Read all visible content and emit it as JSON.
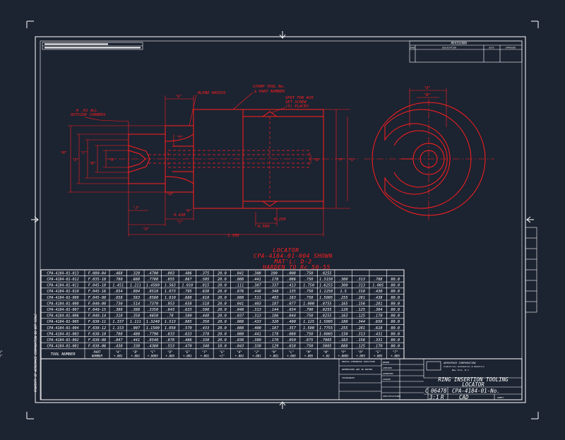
{
  "revisions_title": "REVISIONS",
  "revision_cols": [
    "ZONE",
    "DESCRIPTION",
    "DATE",
    "APPROVED"
  ],
  "notes": {
    "blend_radius": "BLEND RADIUS",
    "stamp_1": "STAMP TOOL No.",
    "stamp_2": "& PART NUMBER",
    "spot_1": "SPOT FOR #10",
    "spot_2": "SET SCREW",
    "spot_3": "(3) PLACES",
    "corners_1": "R .01 ALL",
    "corners_2": "OUTSIDE CORNERS"
  },
  "dims": {
    "g": "\"G\"",
    "h": "\"H\"",
    "a": "\"A\"",
    "f": "\"F\"",
    "b": "\"B\"",
    "c": "\"C\"",
    "d": "\"D\"",
    "j": "\"J\"",
    "k": "\"K\"",
    "e": "\"E\"",
    "l": "\"L\"",
    "m": "\"M\"",
    "n": "\"N\"",
    "p": "\"P\"",
    "d1": "1.350",
    "d2": "0.500",
    "d3": "0.250",
    "d4": "0.438"
  },
  "caption": {
    "line1": "LOCATOR",
    "line2": "CPA-4184-01-004 SHOWN",
    "line3": "MAT'L: D-2",
    "line4": "HARDEN TO Rc 50-55"
  },
  "table": {
    "rows": [
      [
        "CPA-4184-01-013",
        "F.080-04",
        ".468",
        ".328",
        ".4700",
        ".883",
        ".486",
        ".375",
        "20.0",
        ".041",
        ".308",
        "100",
        ".008",
        ".750",
        ".8255",
        "",
        "",
        "",
        ""
      ],
      [
        "CPA-4184-01-012",
        "F.035-10",
        ".780",
        ".688",
        ".7780",
        ".855",
        ".867",
        ".505",
        "20.0",
        ".088",
        ".441",
        ".178",
        ".086",
        ".750",
        "1.3150",
        ".300",
        ".313",
        ".788",
        "80.0"
      ],
      [
        "CPA-4184-01-011",
        "F.045-18",
        "1.451",
        "1.211",
        "1.4580",
        "1.563",
        "1.010",
        ".815",
        "20.0",
        ".111",
        ".387",
        ".337",
        ".413",
        "1.750",
        "1.6255",
        ".300",
        ".313",
        "1.005",
        "80.0"
      ],
      [
        "CPA-4184-01-010",
        "F.045-16",
        ".854",
        ".804",
        ".8510",
        "1.073",
        ".795",
        ".638",
        "20.0",
        ".076",
        ".448",
        ".348",
        ".135",
        ".750",
        "1.1250",
        "1.5",
        ".318",
        ".430",
        "80.0"
      ],
      [
        "CPA-4184-01-009",
        "F.045-08",
        ".858",
        ".583",
        ".8560",
        "1.010",
        ".688",
        ".618",
        "20.0",
        ".088",
        ".511",
        ".403",
        ".183",
        ".750",
        "1.5005",
        ".255",
        ".281",
        ".438",
        "80.0"
      ],
      [
        "CPA-4184-01-008",
        "F.040-08",
        ".730",
        ".514",
        ".7370",
        ".953",
        ".658",
        ".518",
        "20.0",
        ".041",
        ".403",
        ".187",
        ".077",
        "1.000",
        ".8755",
        ".165",
        ".156",
        ".281",
        "80.0"
      ],
      [
        "CPA-4184-01-007",
        "F.040-15",
        ".388",
        ".388",
        ".3350",
        ".843",
        ".633",
        ".500",
        "20.0",
        ".048",
        ".313",
        ".144",
        ".034",
        ".790",
        ".8255",
        ".120",
        ".125",
        ".304",
        "80.0"
      ],
      [
        "CPA-4184-01-006",
        "F.040-14",
        ".318",
        ".358",
        ".4650",
        ".78",
        ".580",
        ".448",
        "20.0",
        ".037",
        ".313",
        ".186",
        ".044",
        ".750",
        ".8255",
        ".163",
        ".125",
        ".170",
        "80.0"
      ],
      [
        "CPA-4184-01-005",
        "F.038-11",
        "1.337",
        "1.111",
        "1.3240",
        "1.513",
        ".885",
        ".350",
        "20.0",
        ".088",
        ".433",
        ".320",
        ".400",
        "1.125",
        "1.5005",
        ".180",
        ".344",
        ".658",
        "80.0"
      ],
      [
        "CPA-4184-01-004",
        "F.038-12",
        "1.153",
        ".907",
        "1.1500",
        "1.058",
        ".570",
        ".433",
        "20.0",
        ".088",
        ".400",
        ".187",
        ".357",
        "1.500",
        "1.7755",
        ".255",
        ".281",
        ".618",
        "80.0"
      ],
      [
        "CPA-4184-01-003",
        "F.038-10",
        ".788",
        ".488",
        ".7790",
        ".833",
        ".633",
        ".378",
        "20.0",
        ".088",
        ".441",
        ".178",
        ".088",
        ".750",
        "1.0005",
        ".150",
        ".313",
        ".431",
        "80.0"
      ],
      [
        "CPA-4184-01-002",
        "F.038-08",
        ".847",
        ".441",
        ".8540",
        ".878",
        ".486",
        ".338",
        "20.0",
        ".038",
        ".390",
        ".170",
        ".050",
        ".875",
        ".7905",
        ".163",
        ".156",
        ".331",
        "80.0"
      ],
      [
        "CPA-4184-01-001",
        "F.038-06",
        ".438",
        ".338",
        ".4360",
        ".553",
        ".470",
        ".340",
        "10.0",
        ".043",
        ".330",
        ".129",
        ".018",
        ".750",
        ".5005",
        ".088",
        ".125",
        ".170",
        "80.0"
      ]
    ],
    "header_label": "TOOL NUMBER",
    "header_cols": [
      [
        "PART",
        "NUMBER"
      ],
      [
        "\"A\"",
        "+.001"
      ],
      [
        "\"B\"",
        "+.001"
      ],
      [
        "\"C\"",
        "+.0005"
      ],
      [
        "\"D\"",
        "+.005"
      ],
      [
        "\"E\"",
        "+.001"
      ],
      [
        "\"F\"",
        "+.001"
      ],
      [
        "\"G\"",
        "+1°"
      ],
      [
        "\"H\"",
        "+.001"
      ],
      [
        "\"J\"",
        "+.001"
      ],
      [
        "\"K\"",
        "+.001"
      ],
      [
        "\"L\"",
        "+.005"
      ],
      [
        "\"M\"",
        "+.005"
      ],
      [
        "\"N\"",
        "+.02"
      ],
      [
        "\"P\"",
        "+.0005"
      ],
      [
        "\"R\"",
        "+.005"
      ],
      [
        "\"S\"",
        "+.005"
      ],
      [
        "\"T\"",
        "+.005"
      ],
      [
        "\"U\"",
        "+1°"
      ]
    ]
  },
  "title_block": {
    "company_1": "AEROSPACE CORPORATION",
    "company_2": "Industrial Automation & Robotics",
    "company_3": "New York, N.Y.",
    "title_1": "RING INSERTION TOOLING",
    "title_2": "LOCATOR",
    "size": "C",
    "cage": "06478",
    "dwg_no": "CPA-4184-01-No.",
    "scale": "3:1",
    "rev": "R",
    "cad": "CAD",
    "sheet": "SHEET"
  },
  "side_note": "PROPERTY OF AEROSPACE CORPORATION DO NOT SCALE",
  "tiny_notes": [
    "UNLESS OTHERWISE SPECIFIED",
    "DIMENSIONS ARE IN INCHES",
    "TOLERANCES",
    "DRAWN",
    "CHECKED",
    "APPROVED",
    "ISSUED",
    "SPECIFICATIONS"
  ]
}
